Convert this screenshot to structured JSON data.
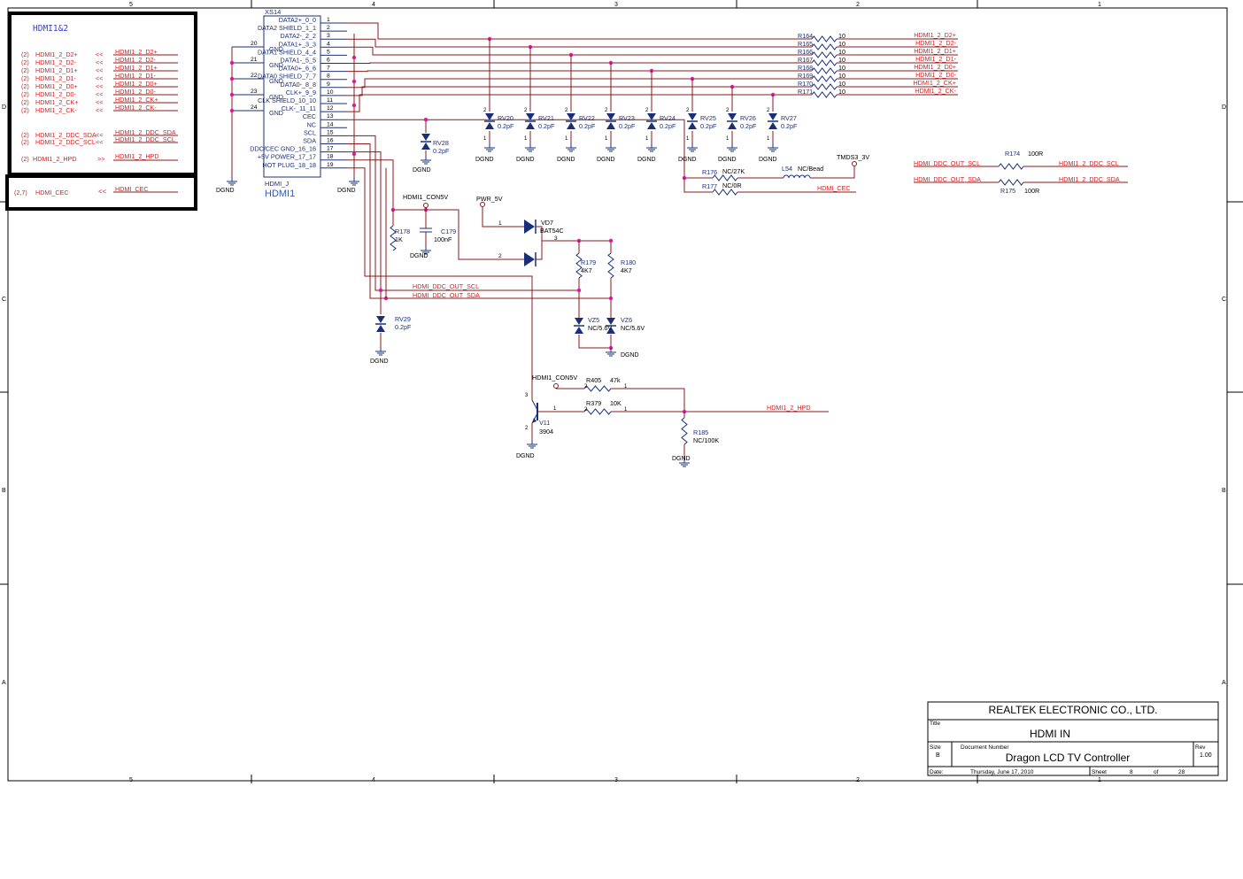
{
  "frame": {
    "col_labels": [
      "5",
      "4",
      "3",
      "2",
      "1"
    ],
    "row_labels": [
      "D",
      "C",
      "B",
      "A"
    ]
  },
  "top_left_box": {
    "title": "HDMI1&2",
    "ports": [
      {
        "ref": "(2)",
        "name": "HDMI1_2_D2+",
        "net": "HDMI1_2_D2+"
      },
      {
        "ref": "(2)",
        "name": "HDMI1_2_D2-",
        "net": "HDMI1_2_D2-"
      },
      {
        "ref": "(2)",
        "name": "HDMI1_2_D1+",
        "net": "HDMI1_2_D1+"
      },
      {
        "ref": "(2)",
        "name": "HDMI1_2_D1-",
        "net": "HDMI1_2_D1-"
      },
      {
        "ref": "(2)",
        "name": "HDMI1_2_D0+",
        "net": "HDMI1_2_D0+"
      },
      {
        "ref": "(2)",
        "name": "HDMI1_2_D0-",
        "net": "HDMI1_2_D0-"
      },
      {
        "ref": "(2)",
        "name": "HDMI1_2_CK+",
        "net": "HDMI1_2_CK+"
      },
      {
        "ref": "(2)",
        "name": "HDMI1_2_CK-",
        "net": "HDMI1_2_CK-"
      }
    ],
    "ddc_ports": [
      {
        "ref": "(2)",
        "name": "HDMI1_2_DDC_SDA",
        "net": "HDMI1_2_DDC_SDA"
      },
      {
        "ref": "(2)",
        "name": "HDMI1_2_DDC_SCL",
        "net": "HDMI1_2_DDC_SCL"
      }
    ],
    "hpd": {
      "ref": "(2)",
      "name": "HDMI1_2_HPD",
      "net": "HDMI1_2_HPD"
    }
  },
  "cec_box": {
    "ref": "(2,7)",
    "name": "HDMI_CEC",
    "net": "HDMI_CEC"
  },
  "connector": {
    "refdes": "XS14",
    "value": "HDMI_J",
    "name": "HDMI1",
    "pins": [
      {
        "n": "1",
        "label": "DATA2+_0_0"
      },
      {
        "n": "2",
        "label": "DATA2 SHIELD_1_1"
      },
      {
        "n": "3",
        "label": "DATA2-_2_2"
      },
      {
        "n": "4",
        "label": "DATA1+_3_3"
      },
      {
        "n": "5",
        "label": "DATA1 SHIELD_4_4"
      },
      {
        "n": "6",
        "label": "DATA1-_5_5"
      },
      {
        "n": "7",
        "label": "DATA0+_6_6"
      },
      {
        "n": "8",
        "label": "DATA0 SHIELD_7_7"
      },
      {
        "n": "9",
        "label": "DATA0-_8_8"
      },
      {
        "n": "10",
        "label": "CLK+_9_9"
      },
      {
        "n": "11",
        "label": "CLK SHIELD_10_10"
      },
      {
        "n": "12",
        "label": "CLK-_11_11"
      },
      {
        "n": "13",
        "label": "CEC"
      },
      {
        "n": "14",
        "label": "NC"
      },
      {
        "n": "15",
        "label": "SCL"
      },
      {
        "n": "16",
        "label": "SDA"
      },
      {
        "n": "17",
        "label": "DDC/CEC GND_16_16"
      },
      {
        "n": "18",
        "label": "+5V POWER_17_17"
      },
      {
        "n": "19",
        "label": "HOT PLUG_18_18"
      }
    ],
    "gnd_pins": [
      {
        "n": "20",
        "label": "GND"
      },
      {
        "n": "21",
        "label": "GND"
      },
      {
        "n": "22",
        "label": "GND"
      },
      {
        "n": "23",
        "label": "GND"
      },
      {
        "n": "24",
        "label": "GND"
      }
    ]
  },
  "series_resistors": [
    {
      "ref": "R164",
      "value": "10",
      "net": "HDMI1_2_D2+"
    },
    {
      "ref": "R165",
      "value": "10",
      "net": "HDMI1_2_D2-"
    },
    {
      "ref": "R166",
      "value": "10",
      "net": "HDMI1_2_D1+"
    },
    {
      "ref": "R167",
      "value": "10",
      "net": "HDMI1_2_D1-"
    },
    {
      "ref": "R168",
      "value": "10",
      "net": "HDMI1_2_D0+"
    },
    {
      "ref": "R169",
      "value": "10",
      "net": "HDMI1_2_D0-"
    },
    {
      "ref": "R170",
      "value": "10",
      "net": "HDMI1_2_CK+"
    },
    {
      "ref": "R171",
      "value": "10",
      "net": "HDMI1_2_CK-"
    }
  ],
  "tvs_diodes": [
    {
      "ref": "RV20",
      "value": "0.2pF"
    },
    {
      "ref": "RV21",
      "value": "0.2pF"
    },
    {
      "ref": "RV22",
      "value": "0.2pF"
    },
    {
      "ref": "RV23",
      "value": "0.2pF"
    },
    {
      "ref": "RV24",
      "value": "0.2pF"
    },
    {
      "ref": "RV25",
      "value": "0.2pF"
    },
    {
      "ref": "RV26",
      "value": "0.2pF"
    },
    {
      "ref": "RV27",
      "value": "0.2pF"
    }
  ],
  "gnd_label": "DGND",
  "rv28": {
    "ref": "RV28",
    "value": "0.2pF"
  },
  "rv29": {
    "ref": "RV29",
    "value": "0.2pF"
  },
  "cec_section": {
    "r176": {
      "ref": "R176",
      "value": "NC/27K"
    },
    "r177": {
      "ref": "R177",
      "value": "NC/0R"
    },
    "l54": {
      "ref": "L54",
      "value": "NC/Bead"
    },
    "rail": "TMDS3_3V",
    "net": "HDMI_CEC"
  },
  "ddc_series": [
    {
      "ref": "R174",
      "value": "100R",
      "in": "HDMI_DDC_OUT_SCL",
      "out": "HDMI1_2_DDC_SCL"
    },
    {
      "ref": "R175",
      "value": "100R",
      "in": "HDMI_DDC_OUT_SDA",
      "out": "HDMI1_2_DDC_SDA"
    }
  ],
  "con5v": {
    "net": "HDMI1_CON5V",
    "r178": {
      "ref": "R178",
      "value": "1K"
    },
    "c179": {
      "ref": "C179",
      "value": "100nF"
    }
  },
  "pwr": {
    "net": "PWR_5V",
    "vd7": {
      "ref": "VD7",
      "value": "BAT54C"
    }
  },
  "pullups": [
    {
      "ref": "R179",
      "value": "4K7"
    },
    {
      "ref": "R180",
      "value": "4K7"
    }
  ],
  "zeners": [
    {
      "ref": "VZ5",
      "value": "NC/5.6V"
    },
    {
      "ref": "VZ6",
      "value": "NC/5.6V"
    }
  ],
  "ddc_nets": {
    "scl": "HDMI_DDC_OUT_SCL",
    "sda": "HDMI_DDC_OUT_SDA"
  },
  "hpd_section": {
    "con5v": "HDMI1_CON5V",
    "r405": {
      "ref": "R405",
      "value": "47k"
    },
    "r379": {
      "ref": "R379",
      "value": "10K"
    },
    "r185": {
      "ref": "R185",
      "value": "NC/100K"
    },
    "v11": {
      "ref": "V11",
      "value": "3904"
    },
    "net": "HDMI1_2_HPD"
  },
  "title_block": {
    "company": "REALTEK  ELECTRONIC  CO.,  LTD.",
    "title_label": "Title",
    "title": "HDMI IN",
    "size_label": "Size",
    "size": "B",
    "docnum_label": "Document Number",
    "docnum": "Dragon LCD TV Controller",
    "rev_label": "Rev",
    "rev": "1.00",
    "date_label": "Date:",
    "date": "Thursday, June 17, 2010",
    "sheet_label": "Sheet",
    "sheet": "8",
    "of_label": "of",
    "total": "28"
  }
}
